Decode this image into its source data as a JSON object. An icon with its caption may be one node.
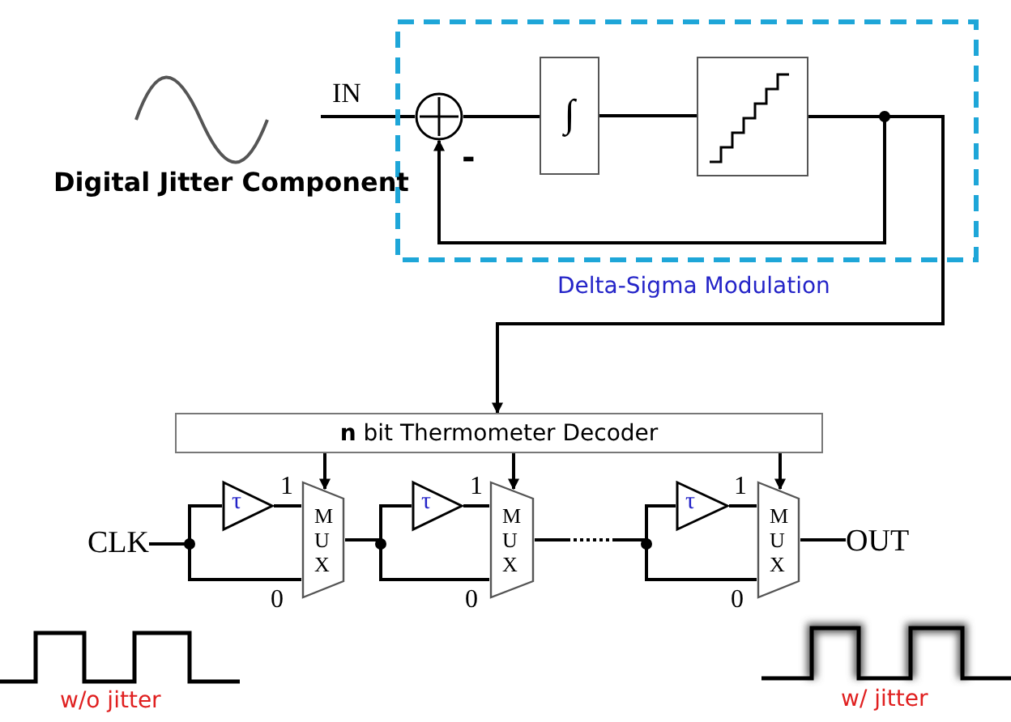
{
  "diagram": {
    "nodes": [
      {
        "text": [
          "Delta-Sigma Modulation"
        ]
      },
      {
        "text": [],
        "shape": "circle",
        "in": 0
      },
      {
        "text": [
          "∫"
        ],
        "in": 0
      },
      {
        "text": [],
        "shape": "box",
        "in": 0
      },
      {
        "text": [
          "**n** bit Thermometer Decoder"
        ]
      },
      {
        "text": [
          "τ"
        ]
      },
      {
        "text": [
          "M U X"
        ]
      },
      {
        "text": [
          "τ"
        ]
      },
      {
        "text": [
          "M U X"
        ]
      },
      {
        "text": [
          "τ"
        ]
      },
      {
        "text": [
          "M U X"
        ]
      },
      {
        "text": [
          "CLK"
        ]
      },
      {
        "text": [
          "OUT"
        ]
      }
    ],
    "edges": [
      {
        "from": null,
        "to": 1,
        "arrow": "none",
        "label": "IN"
      },
      {
        "from": 1,
        "to": 2,
        "arrow": "none"
      },
      {
        "from": 2,
        "to": 3,
        "arrow": "none"
      },
      {
        "from": 3,
        "to": 4,
        "arrow": "to"
      },
      {
        "from": 3,
        "to": 1,
        "arrow": "to"
      },
      {
        "from": 4,
        "to": 6,
        "arrow": "to"
      },
      {
        "from": 4,
        "to": 8,
        "arrow": "to"
      },
      {
        "from": 4,
        "to": 10,
        "arrow": "to"
      },
      {
        "from": 11,
        "to": 5,
        "arrow": "none"
      },
      {
        "from": 11,
        "to": 6,
        "arrow": "none"
      },
      {
        "from": 5,
        "to": 6,
        "arrow": "none"
      },
      {
        "from": 6,
        "to": 7,
        "arrow": "none"
      },
      {
        "from": 6,
        "to": 8,
        "arrow": "none"
      },
      {
        "from": 7,
        "to": 8,
        "arrow": "none"
      },
      {
        "from": 8,
        "to": 9,
        "arrow": "none",
        "style": "dashed"
      },
      {
        "from": 8,
        "to": 10,
        "arrow": "none",
        "style": "dashed"
      },
      {
        "from": 9,
        "to": 10,
        "arrow": "none"
      },
      {
        "from": 10,
        "to": 12,
        "arrow": "none"
      }
    ],
    "labels": [
      "Digital Jitter Component",
      "-",
      "1",
      "0",
      "1",
      "0",
      "1",
      "0",
      "w/o jitter",
      "w/ jitter"
    ]
  }
}
